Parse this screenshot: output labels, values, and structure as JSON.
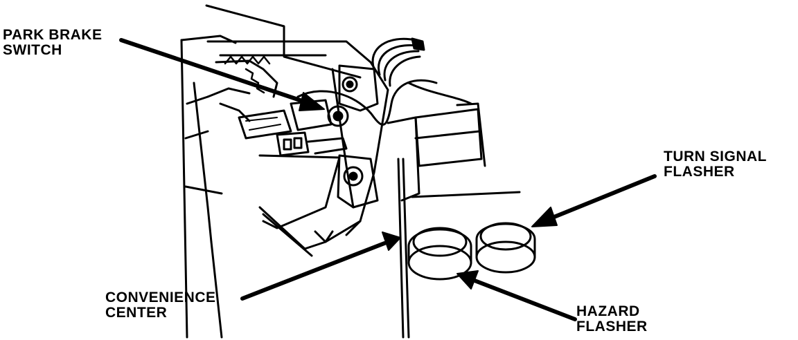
{
  "labels": {
    "park_brake_switch": {
      "line1": "PARK BRAKE",
      "line2": "SWITCH"
    },
    "turn_signal_flasher": {
      "line1": "TURN SIGNAL",
      "line2": "FLASHER"
    },
    "convenience_center": {
      "line1": "CONVENIENCE",
      "line2": "CENTER"
    },
    "hazard_flasher": {
      "line1": "HAZARD",
      "line2": "FLASHER"
    }
  },
  "colors": {
    "ink": "#000000",
    "paper": "#ffffff"
  }
}
